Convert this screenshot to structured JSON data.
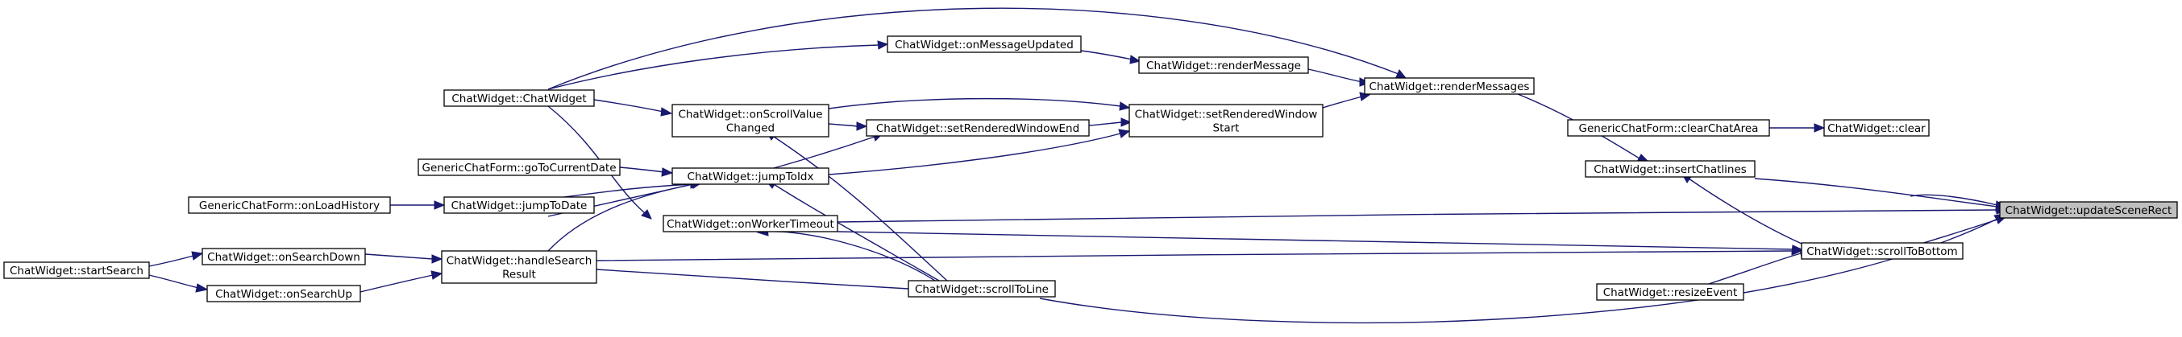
{
  "diagram": {
    "root": "updateSceneRect",
    "colors": {
      "edge": "#191970",
      "node_border": "#000000",
      "node_fill": "#ffffff",
      "root_fill": "#bfbfbf"
    },
    "nodes": [
      {
        "id": "updateSceneRect",
        "lines": [
          "ChatWidget::updateSceneRect"
        ]
      },
      {
        "id": "clear",
        "lines": [
          "ChatWidget::clear"
        ]
      },
      {
        "id": "clearChatArea",
        "lines": [
          "GenericChatForm::clearChatArea"
        ]
      },
      {
        "id": "insertChatlines",
        "lines": [
          "ChatWidget::insertChatlines"
        ]
      },
      {
        "id": "renderMessages",
        "lines": [
          "ChatWidget::renderMessages"
        ]
      },
      {
        "id": "scrollToBottom",
        "lines": [
          "ChatWidget::scrollToBottom"
        ]
      },
      {
        "id": "resizeEvent",
        "lines": [
          "ChatWidget::resizeEvent"
        ]
      },
      {
        "id": "renderMessage",
        "lines": [
          "ChatWidget::renderMessage"
        ]
      },
      {
        "id": "setRenderedWindowStart",
        "lines": [
          "ChatWidget::setRenderedWindow",
          "Start"
        ]
      },
      {
        "id": "onMessageUpdated",
        "lines": [
          "ChatWidget::onMessageUpdated"
        ]
      },
      {
        "id": "chatWidgetCtor",
        "lines": [
          "ChatWidget::ChatWidget"
        ]
      },
      {
        "id": "setRenderedWindowEnd",
        "lines": [
          "ChatWidget::setRenderedWindowEnd"
        ]
      },
      {
        "id": "onScrollValueChanged",
        "lines": [
          "ChatWidget::onScrollValue",
          "Changed"
        ]
      },
      {
        "id": "jumpToIdx",
        "lines": [
          "ChatWidget::jumpToIdx"
        ]
      },
      {
        "id": "goToCurrentDate",
        "lines": [
          "GenericChatForm::goToCurrentDate"
        ]
      },
      {
        "id": "jumpToDate",
        "lines": [
          "ChatWidget::jumpToDate"
        ]
      },
      {
        "id": "onLoadHistory",
        "lines": [
          "GenericChatForm::onLoadHistory"
        ]
      },
      {
        "id": "onWorkerTimeout",
        "lines": [
          "ChatWidget::onWorkerTimeout"
        ]
      },
      {
        "id": "handleSearchResult",
        "lines": [
          "ChatWidget::handleSearch",
          "Result"
        ]
      },
      {
        "id": "onSearchDown",
        "lines": [
          "ChatWidget::onSearchDown"
        ]
      },
      {
        "id": "onSearchUp",
        "lines": [
          "ChatWidget::onSearchUp"
        ]
      },
      {
        "id": "startSearch",
        "lines": [
          "ChatWidget::startSearch"
        ]
      },
      {
        "id": "scrollToLine",
        "lines": [
          "ChatWidget::scrollToLine"
        ]
      }
    ]
  }
}
